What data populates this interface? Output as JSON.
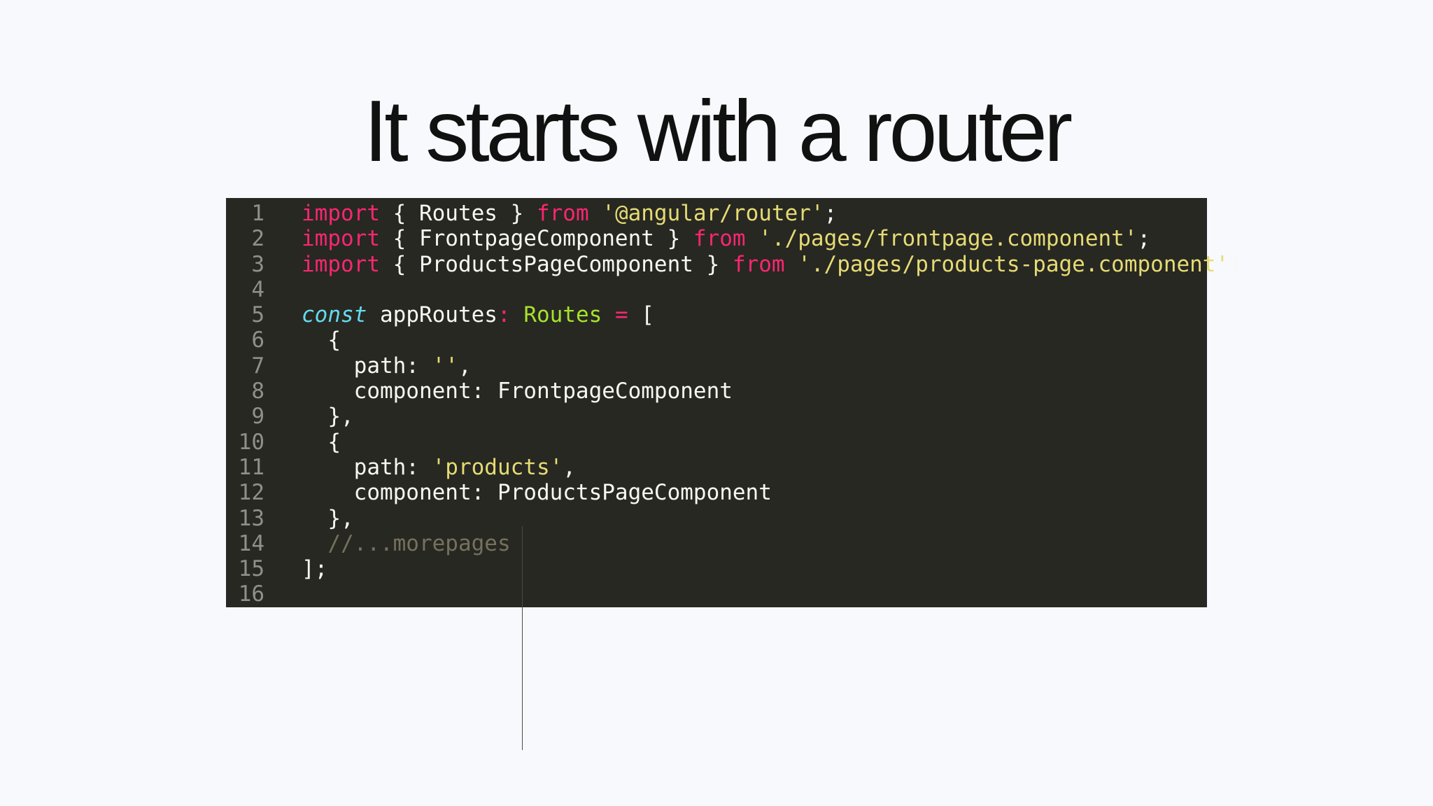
{
  "slide": {
    "title": "It starts with a router"
  },
  "theme": {
    "background": "#f8f9fc",
    "code_background": "#272822",
    "colors": {
      "keyword": "#f92672",
      "string": "#e6db74",
      "type": "#a6e22e",
      "storage": "#66d9ef",
      "comment": "#75715e",
      "plain": "#f8f8f2",
      "line_number": "#8f908a"
    }
  },
  "code": {
    "language": "typescript",
    "lines": [
      {
        "number": "1",
        "tokens": [
          {
            "text": "import",
            "kind": "kw"
          },
          {
            "text": " { Routes } ",
            "kind": "plain"
          },
          {
            "text": "from",
            "kind": "kw"
          },
          {
            "text": " ",
            "kind": "plain"
          },
          {
            "text": "'@angular/router'",
            "kind": "str"
          },
          {
            "text": ";",
            "kind": "plain"
          }
        ]
      },
      {
        "number": "2",
        "tokens": [
          {
            "text": "import",
            "kind": "kw"
          },
          {
            "text": " { FrontpageComponent } ",
            "kind": "plain"
          },
          {
            "text": "from",
            "kind": "kw"
          },
          {
            "text": " ",
            "kind": "plain"
          },
          {
            "text": "'./pages/frontpage.component'",
            "kind": "str"
          },
          {
            "text": ";",
            "kind": "plain"
          }
        ]
      },
      {
        "number": "3",
        "tokens": [
          {
            "text": "import",
            "kind": "kw"
          },
          {
            "text": " { ProductsPageComponent } ",
            "kind": "plain"
          },
          {
            "text": "from",
            "kind": "kw"
          },
          {
            "text": " ",
            "kind": "plain"
          },
          {
            "text": "'./pages/products-page.component'",
            "kind": "str"
          },
          {
            "text": ";",
            "kind": "plain"
          }
        ]
      },
      {
        "number": "4",
        "tokens": []
      },
      {
        "number": "5",
        "tokens": [
          {
            "text": "const",
            "kind": "storage"
          },
          {
            "text": " appRoutes",
            "kind": "plain"
          },
          {
            "text": ":",
            "kind": "kw"
          },
          {
            "text": " ",
            "kind": "plain"
          },
          {
            "text": "Routes",
            "kind": "type"
          },
          {
            "text": " ",
            "kind": "plain"
          },
          {
            "text": "=",
            "kind": "kw"
          },
          {
            "text": " [",
            "kind": "plain"
          }
        ]
      },
      {
        "number": "6",
        "tokens": [
          {
            "text": "  {",
            "kind": "plain"
          }
        ]
      },
      {
        "number": "7",
        "tokens": [
          {
            "text": "    path: ",
            "kind": "plain"
          },
          {
            "text": "''",
            "kind": "str"
          },
          {
            "text": ",",
            "kind": "plain"
          }
        ]
      },
      {
        "number": "8",
        "tokens": [
          {
            "text": "    component: FrontpageComponent",
            "kind": "plain"
          }
        ]
      },
      {
        "number": "9",
        "tokens": [
          {
            "text": "  },",
            "kind": "plain"
          }
        ]
      },
      {
        "number": "10",
        "tokens": [
          {
            "text": "  {",
            "kind": "plain"
          }
        ]
      },
      {
        "number": "11",
        "tokens": [
          {
            "text": "    path: ",
            "kind": "plain"
          },
          {
            "text": "'products'",
            "kind": "str"
          },
          {
            "text": ",",
            "kind": "plain"
          }
        ]
      },
      {
        "number": "12",
        "tokens": [
          {
            "text": "    component: ProductsPageComponent",
            "kind": "plain"
          }
        ]
      },
      {
        "number": "13",
        "tokens": [
          {
            "text": "  },",
            "kind": "plain"
          }
        ]
      },
      {
        "number": "14",
        "tokens": [
          {
            "text": "  //...morepages",
            "kind": "comment"
          }
        ]
      },
      {
        "number": "15",
        "tokens": [
          {
            "text": "];",
            "kind": "plain"
          }
        ]
      },
      {
        "number": "16",
        "tokens": []
      }
    ]
  }
}
